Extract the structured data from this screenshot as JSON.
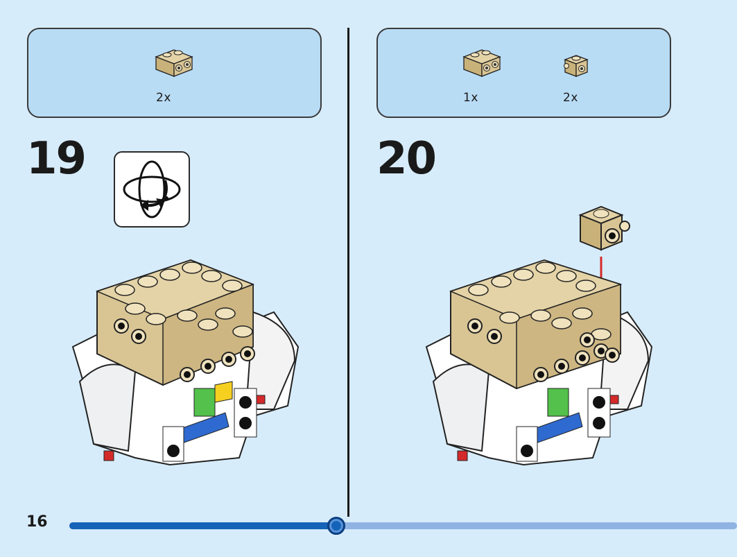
{
  "page": {
    "number": "16",
    "progress_fraction": 0.4
  },
  "steps": [
    {
      "number": "19",
      "parts": [
        {
          "name": "tan-brick-1x2-with-studs-on-side",
          "qty": "2x"
        }
      ],
      "rotate_icon": "rotate-model-icon"
    },
    {
      "number": "20",
      "parts": [
        {
          "name": "tan-brick-1x2-with-studs-on-side",
          "qty": "1x"
        },
        {
          "name": "tan-brick-1x1-with-studs-on-side",
          "qty": "2x"
        }
      ]
    }
  ],
  "colors": {
    "background": "#d7ecfa",
    "parts_box": "#b9dcf5",
    "tan_brick": "#d9c594",
    "progress_fill": "#1463b8",
    "progress_track": "#8fb3e3",
    "arrow": "#d42a2a"
  }
}
